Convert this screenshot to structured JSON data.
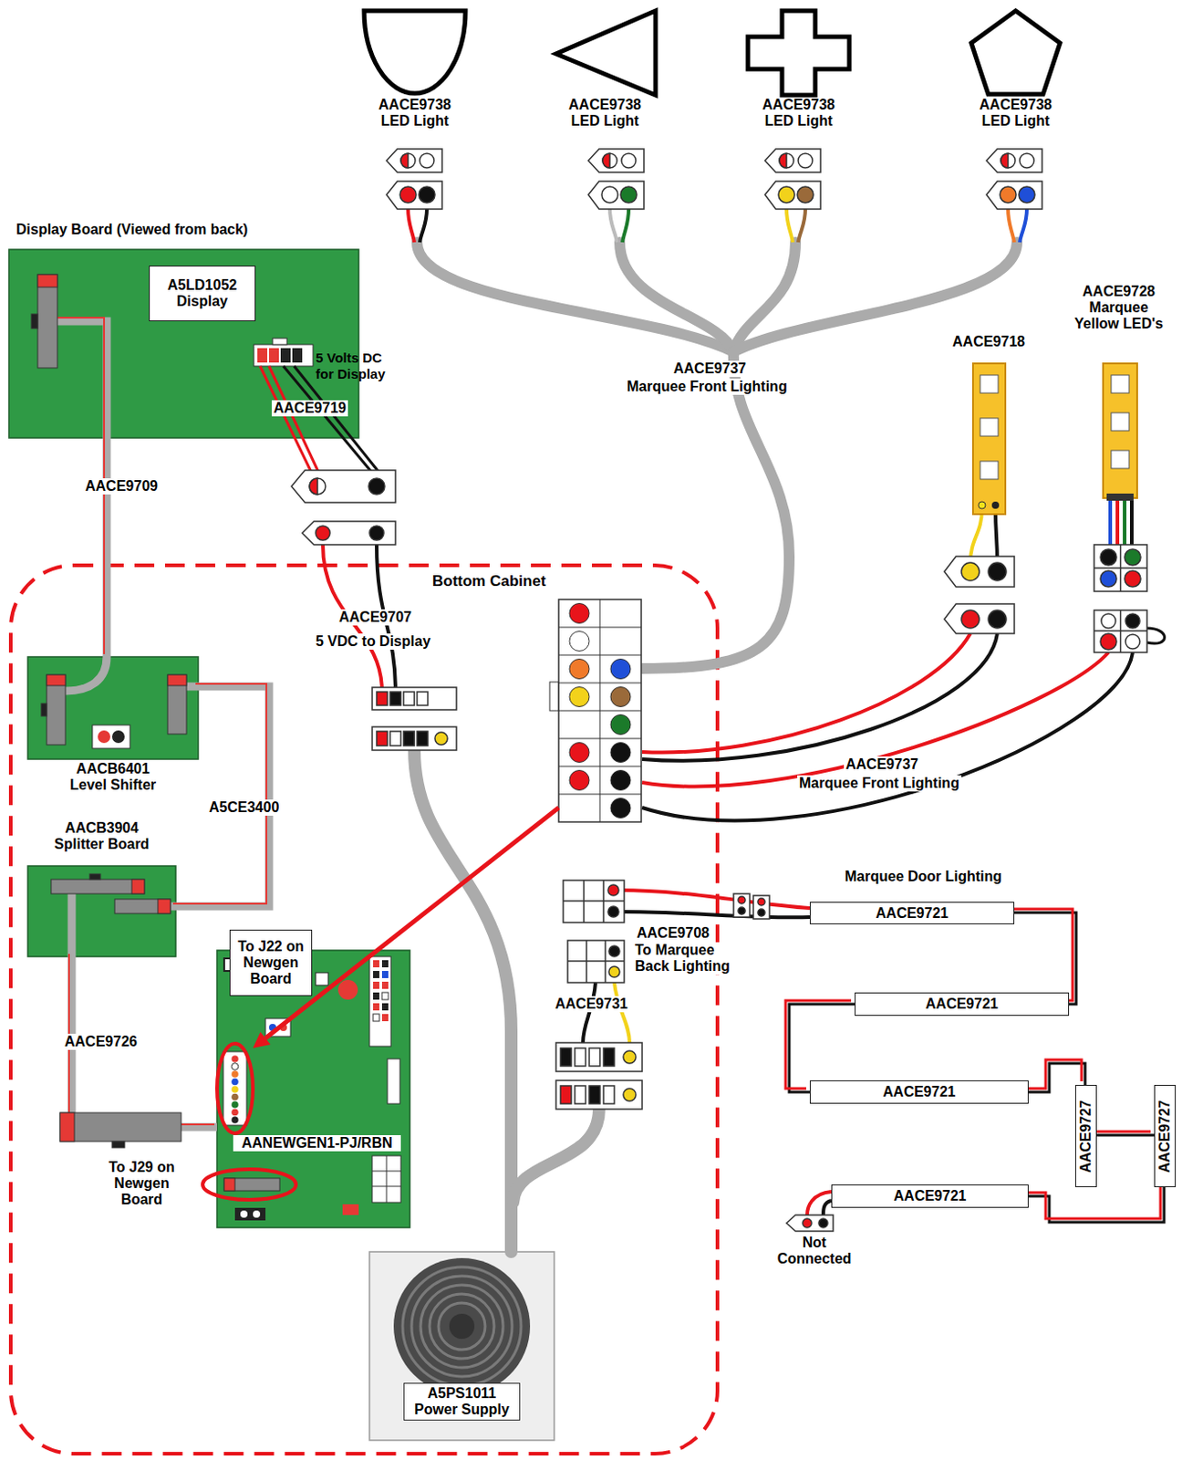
{
  "diagram": {
    "nodes": [
      {
        "text": [
          "AACE9738",
          "LED Light"
        ]
      },
      {
        "text": [
          "AACE9738",
          "LED Light"
        ]
      },
      {
        "text": [
          "AACE9738",
          "LED Light"
        ]
      },
      {
        "text": [
          "AACE9738",
          "LED Light"
        ]
      },
      {
        "text": [
          "Display Board (Viewed from back)"
        ]
      },
      {
        "text": [
          "A5LD1052",
          "Display"
        ],
        "in": 4
      },
      {
        "text": [
          "AACE9718"
        ]
      },
      {
        "text": [
          "AACE9728",
          "Marquee Yellow LED's"
        ]
      },
      {
        "text": [
          "Bottom Cabinet"
        ]
      },
      {
        "text": [
          "AACB6401",
          "Level Shifter"
        ],
        "in": 8
      },
      {
        "text": [
          "AACB3904",
          "Splitter Board"
        ],
        "in": 8
      },
      {
        "text": [
          "AANEWGEN1-PJ/RBN"
        ],
        "in": 8
      },
      {
        "text": [
          "To J22 on Newgen Board"
        ],
        "in": 11
      },
      {
        "text": [
          "A5PS1011",
          "Power Supply"
        ],
        "in": 8
      },
      {
        "text": [
          "AACE9721"
        ]
      },
      {
        "text": [
          "AACE9721"
        ]
      },
      {
        "text": [
          "AACE9721"
        ]
      },
      {
        "text": [
          "AACE9727"
        ]
      },
      {
        "text": [
          "AACE9727"
        ]
      },
      {
        "text": [
          "AACE9721"
        ]
      }
    ],
    "edges": [
      {
        "from": 4,
        "to": 9,
        "label": "AACE9709",
        "arrow": "none"
      },
      {
        "from": 9,
        "to": 10,
        "label": "A5CE3400",
        "arrow": "none"
      },
      {
        "from": 10,
        "to": 11,
        "label": "AACE9726",
        "arrow": "none"
      },
      {
        "from": 14,
        "to": 15,
        "arrow": "none"
      },
      {
        "from": 15,
        "to": 16,
        "arrow": "none"
      },
      {
        "from": 16,
        "to": 17,
        "arrow": "none"
      },
      {
        "from": 17,
        "to": 18,
        "arrow": "none"
      },
      {
        "from": 18,
        "to": 19,
        "arrow": "none"
      }
    ],
    "labels": [
      "5 Volts DC for Display",
      "AACE9719",
      "AACE9737",
      "Marquee Front Lighting",
      "AACE9707",
      "5 VDC to Display",
      "AACE9737",
      "Marquee Front Lighting",
      "Marquee Door Lighting",
      "AACE9708",
      "To Marquee Back Lighting",
      "AACE9731",
      "To J29 on Newgen Board",
      "Not Connected"
    ]
  }
}
